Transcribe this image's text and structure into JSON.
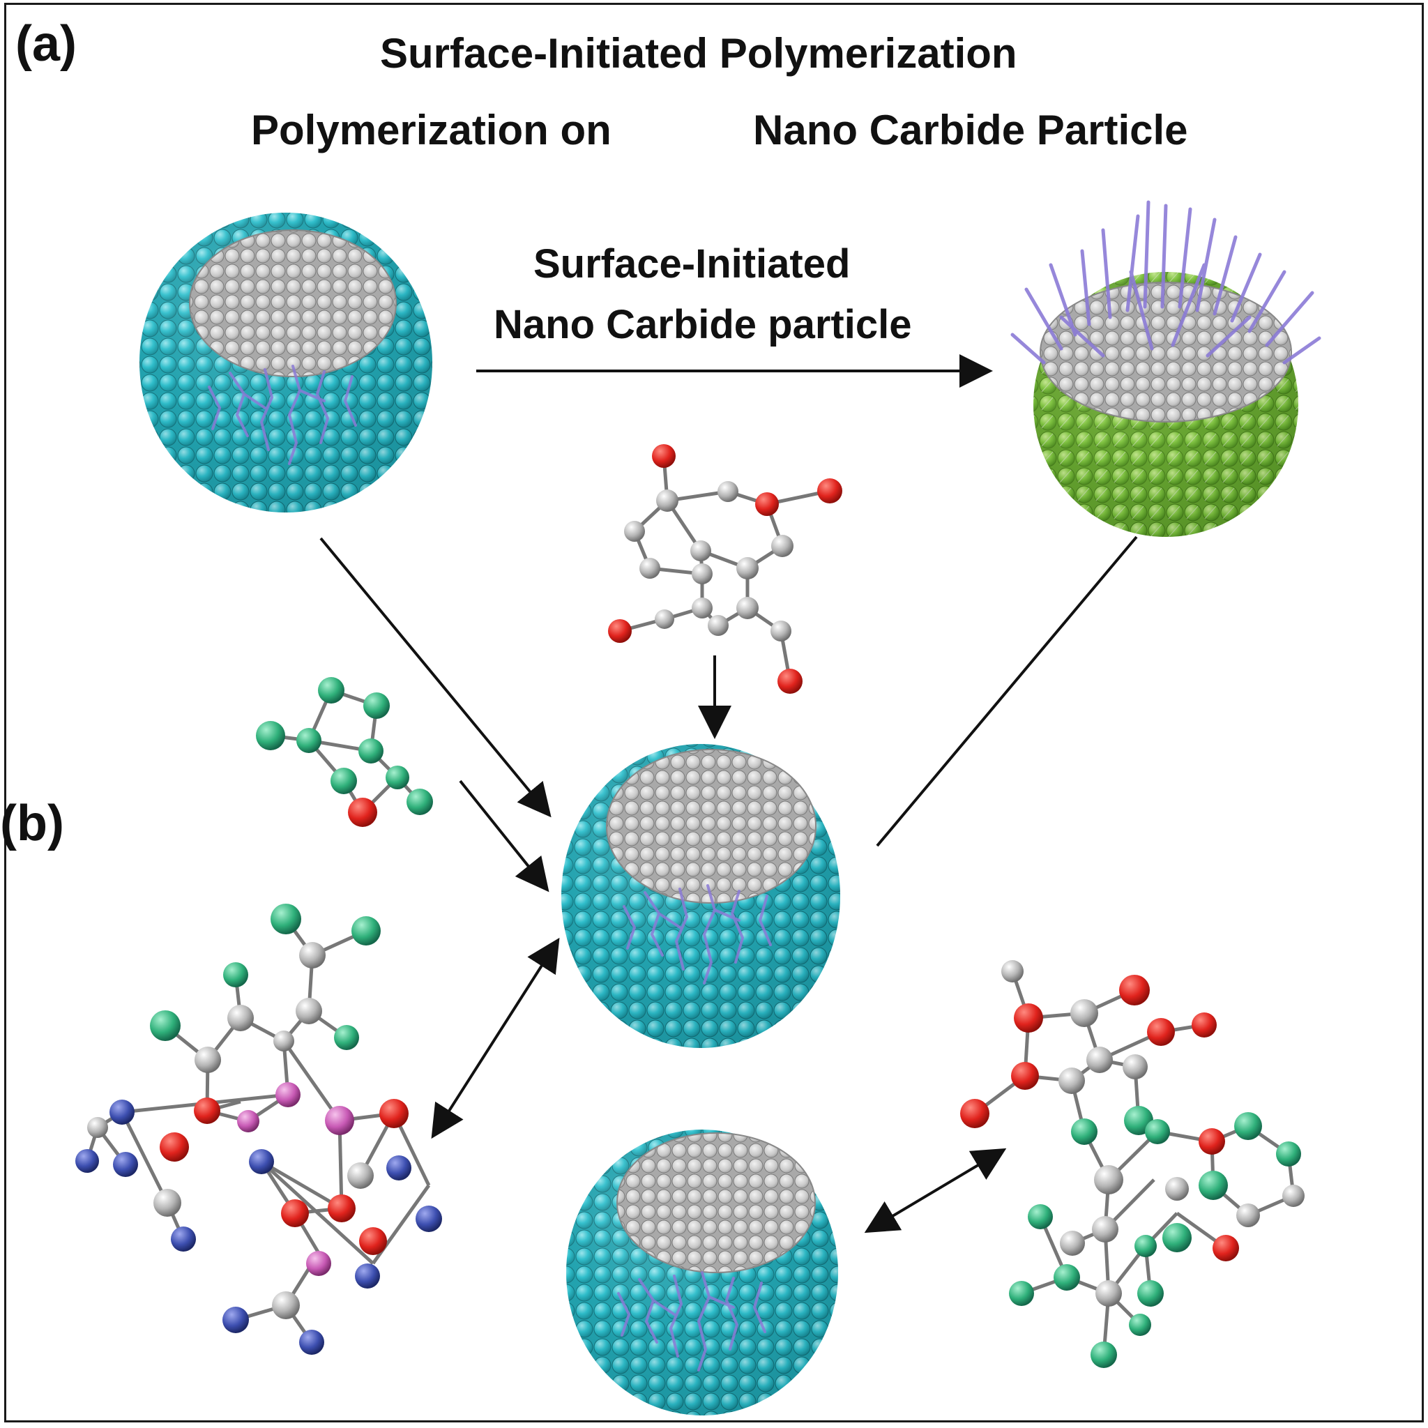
{
  "labels": {
    "panel_a": "(a)",
    "panel_b": "(b)"
  },
  "titles": {
    "line1": "Surface-Initiated Polymerization",
    "line2_left": "Polymerization on",
    "line2_right": "Nano Carbide Particle"
  },
  "reaction_arrow": {
    "line1": "Surface-Initiated",
    "line2": "Nano Carbide particle"
  },
  "colors": {
    "core_gray": "#bdbdbd",
    "shell_cyan": "#2ab7c4",
    "shell_green": "#7fc241",
    "polymer_purple": "#8b7bd6",
    "atom_red": "#e0231d",
    "atom_gray": "#a9a9a9",
    "atom_green": "#2fb07a",
    "atom_blue": "#3d4fb0",
    "atom_pink": "#c85ab5"
  },
  "particles": [
    {
      "name": "initial-particle",
      "shell": "cyan",
      "polymer": "sparse"
    },
    {
      "name": "grafted-particle",
      "shell": "green",
      "polymer": "dense-brush"
    },
    {
      "name": "central-particle",
      "shell": "cyan",
      "polymer": "sparse"
    },
    {
      "name": "lower-particle",
      "shell": "cyan",
      "polymer": "sparse"
    }
  ],
  "molecules": [
    {
      "name": "top-anhydride-molecule",
      "atoms": [
        "gray",
        "red"
      ]
    },
    {
      "name": "small-green-molecule",
      "atoms": [
        "green",
        "red"
      ]
    },
    {
      "name": "large-left-molecule",
      "atoms": [
        "green",
        "gray",
        "red",
        "blue",
        "pink"
      ]
    },
    {
      "name": "large-right-molecule",
      "atoms": [
        "green",
        "gray",
        "red"
      ]
    }
  ]
}
